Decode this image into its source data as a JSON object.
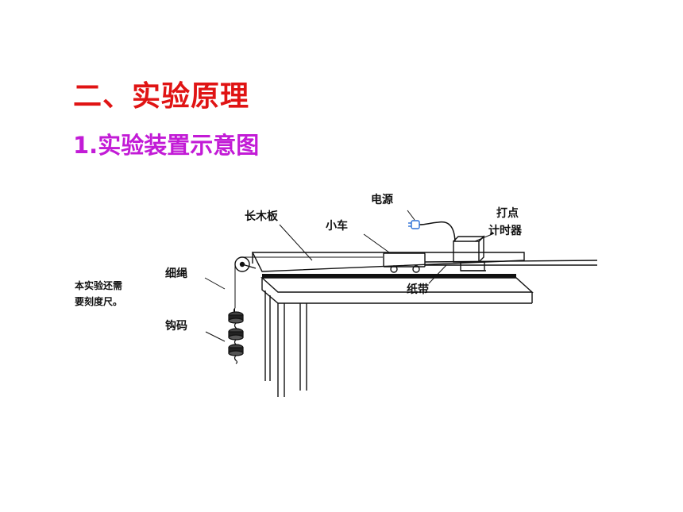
{
  "slide": {
    "heading": "二、实验原理",
    "subheading": "1.实验装置示意图"
  },
  "diagram": {
    "labels": {
      "power": "电源",
      "timer_line1": "打点",
      "timer_line2": "计时器",
      "board": "长木板",
      "cart": "小车",
      "string": "细绳",
      "tape": "纸带",
      "weights": "钩码"
    },
    "note_line1": "本实验还需",
    "note_line2": "要刻度尺。"
  },
  "colors": {
    "heading": "#e01414",
    "subheading": "#c21bd6",
    "line": "#111111",
    "plug": "#2a6fd6"
  }
}
